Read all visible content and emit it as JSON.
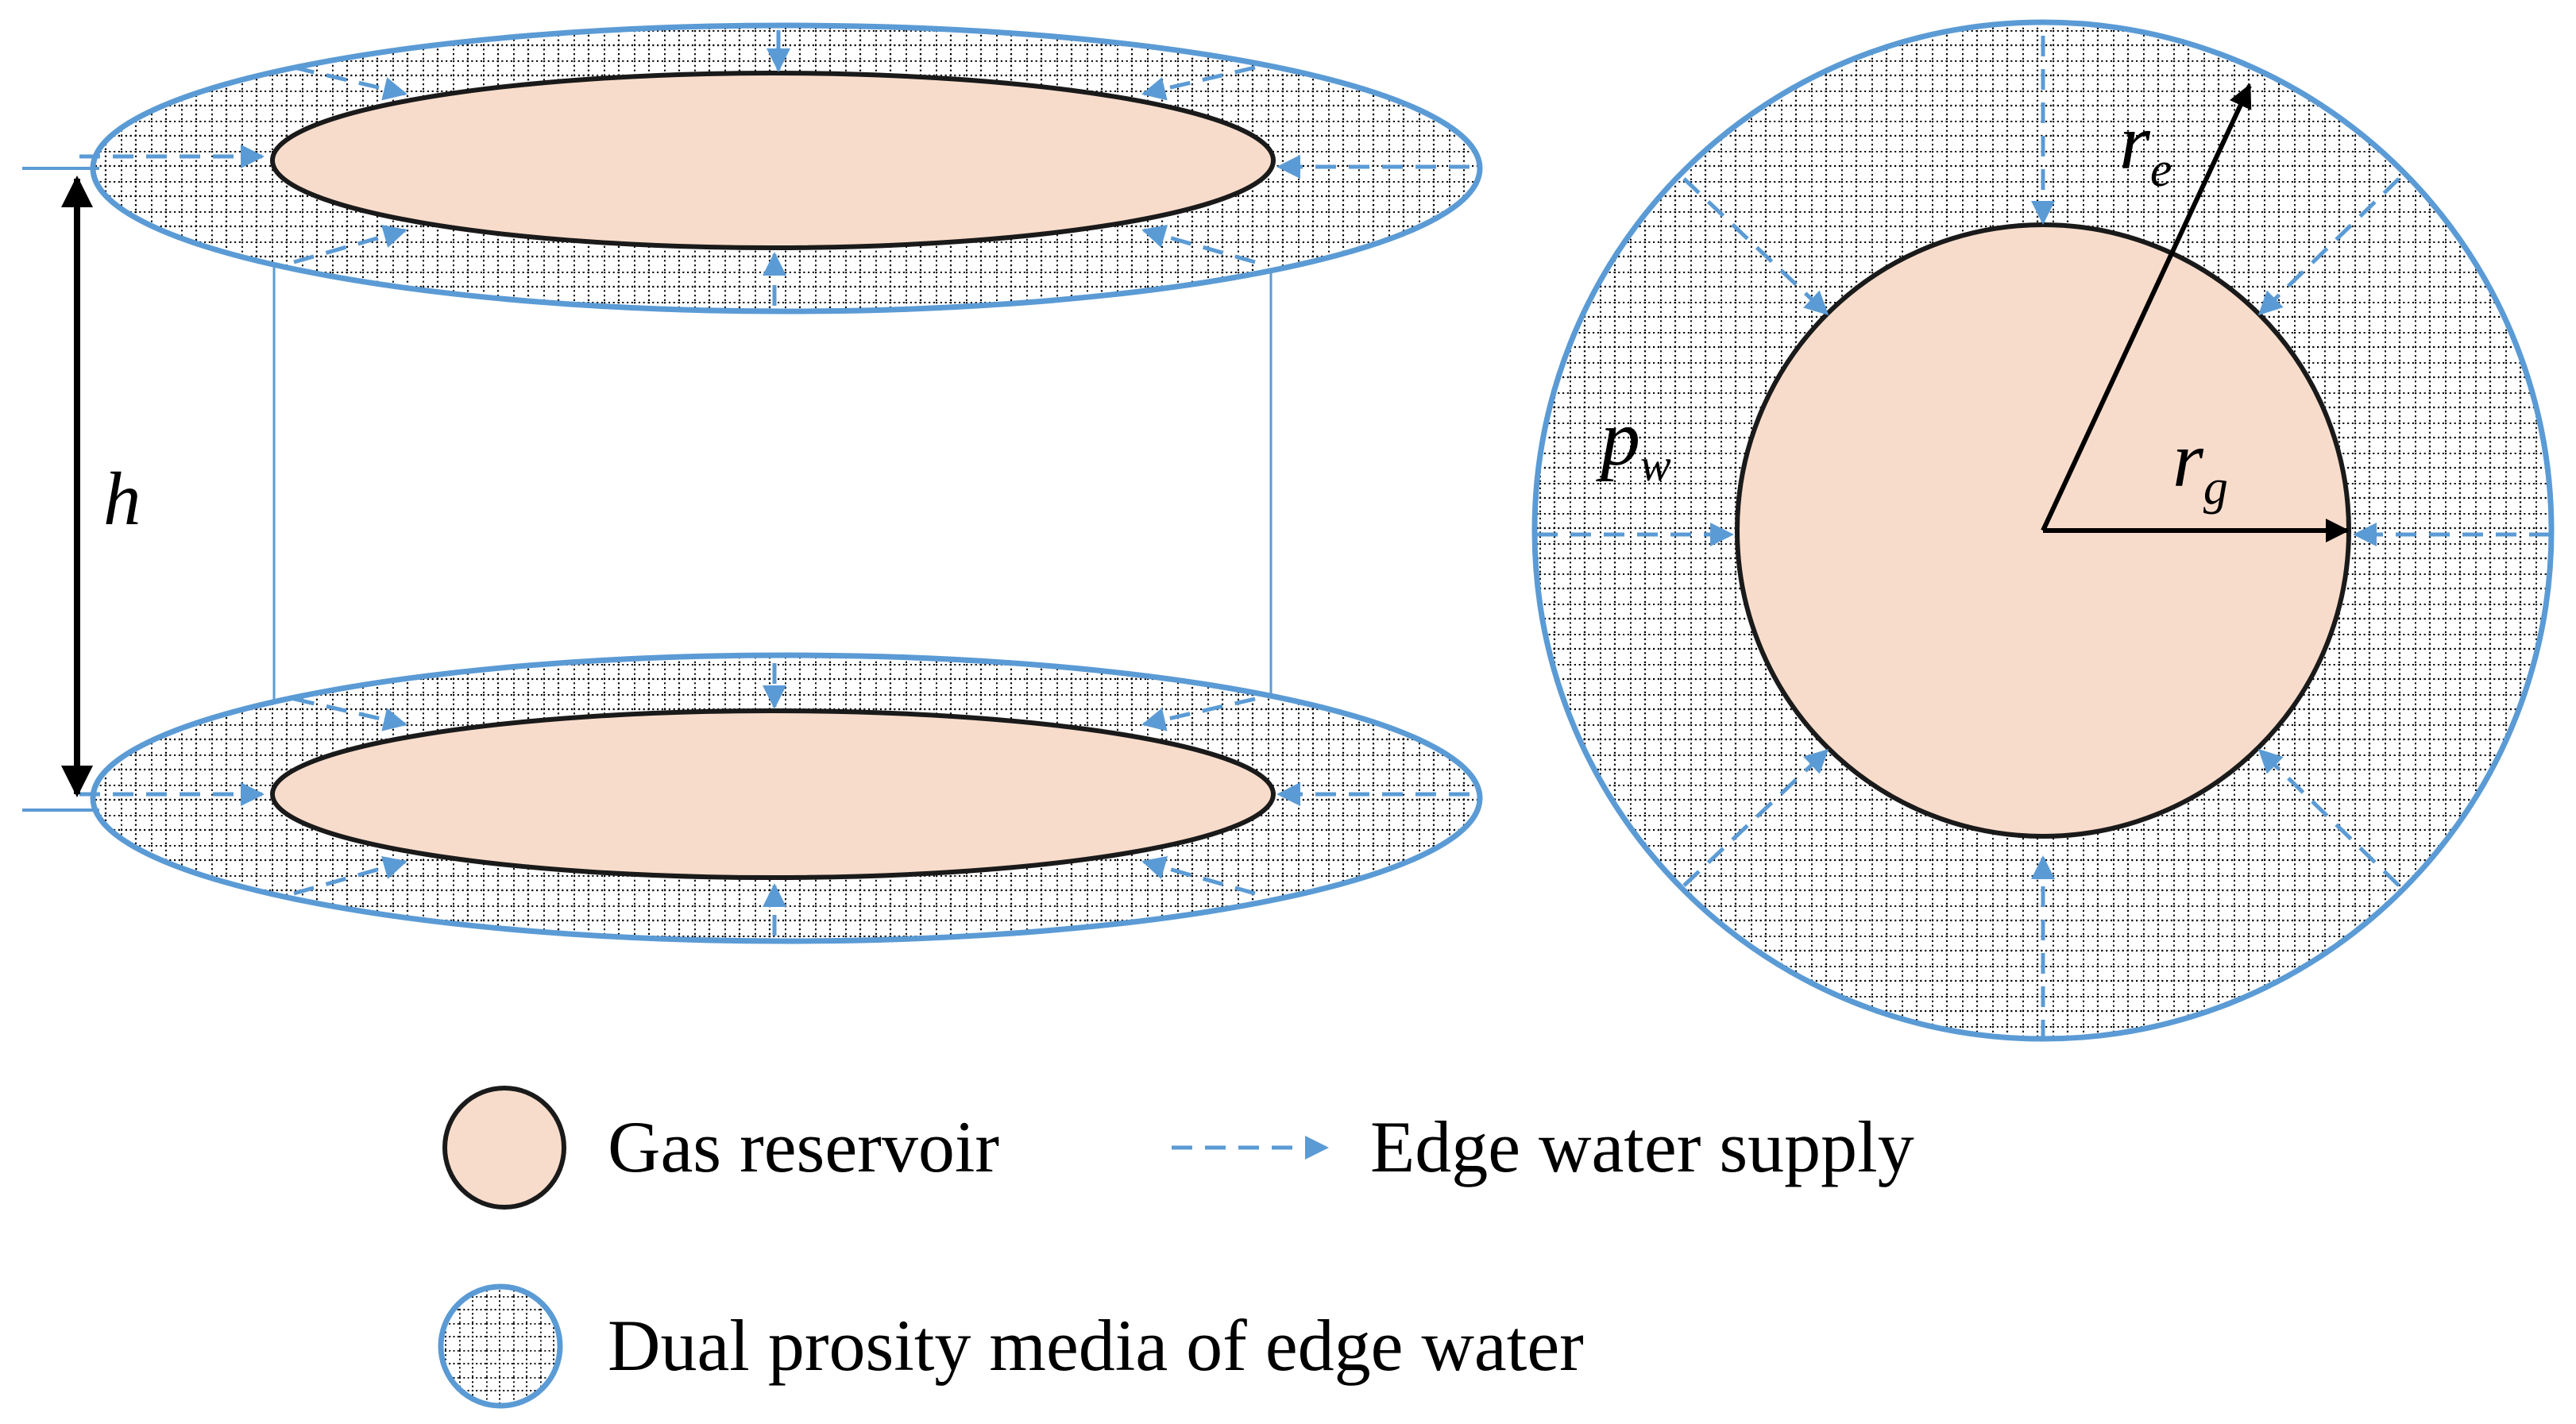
{
  "labels": {
    "height": "h",
    "outer_radius_main": "r",
    "outer_radius_sub": "e",
    "gas_radius_main": "r",
    "gas_radius_sub": "g",
    "pressure_main": "p",
    "pressure_sub": "w"
  },
  "legend": {
    "gas_reservoir": "Gas reservoir",
    "edge_water_supply": "Edge water supply",
    "dual_porosity": "Dual prosity media of edge water"
  },
  "colors": {
    "reservoir_fill": "#f8dccb",
    "water_line": "#5b9bd5",
    "outline": "#1a1a1a",
    "grid_dots": "#000000",
    "background": "#ffffff"
  }
}
